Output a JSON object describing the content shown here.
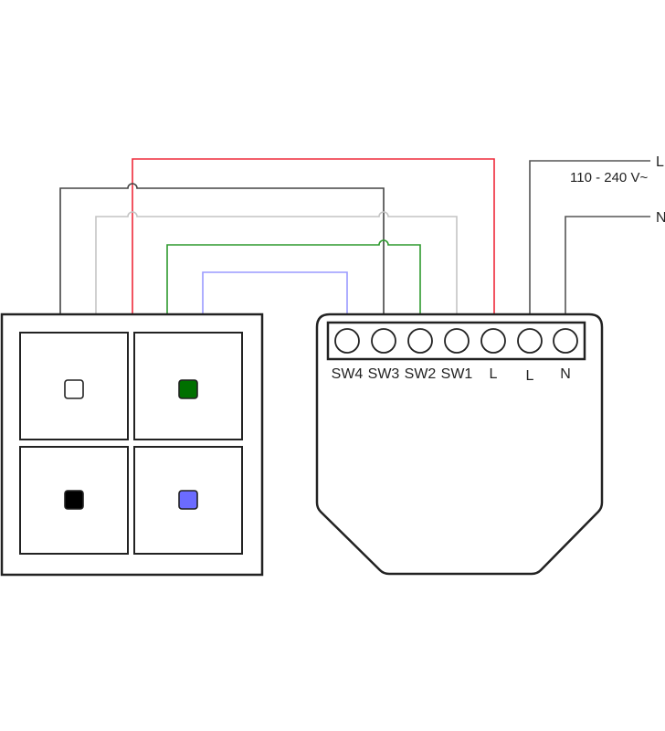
{
  "supply": {
    "line_label": "L",
    "neutral_label": "N",
    "voltage": "110 - 240 V~"
  },
  "terminals": [
    "SW4",
    "SW3",
    "SW2",
    "SW1",
    "L",
    "L",
    "N"
  ],
  "switch_panel": {
    "buttons": [
      {
        "name": "top-left",
        "indicator_color": "#ffffff"
      },
      {
        "name": "top-right",
        "indicator_color": "#007000"
      },
      {
        "name": "bottom-left",
        "indicator_color": "#000000"
      },
      {
        "name": "bottom-right",
        "indicator_color": "#6b6bff"
      }
    ]
  },
  "wire_colors": {
    "red": "#ee2a3a",
    "black": "#444444",
    "gray": "#c4c4c4",
    "green": "#2e9a2e",
    "blue": "#9a9aff",
    "supply": "#555555"
  }
}
